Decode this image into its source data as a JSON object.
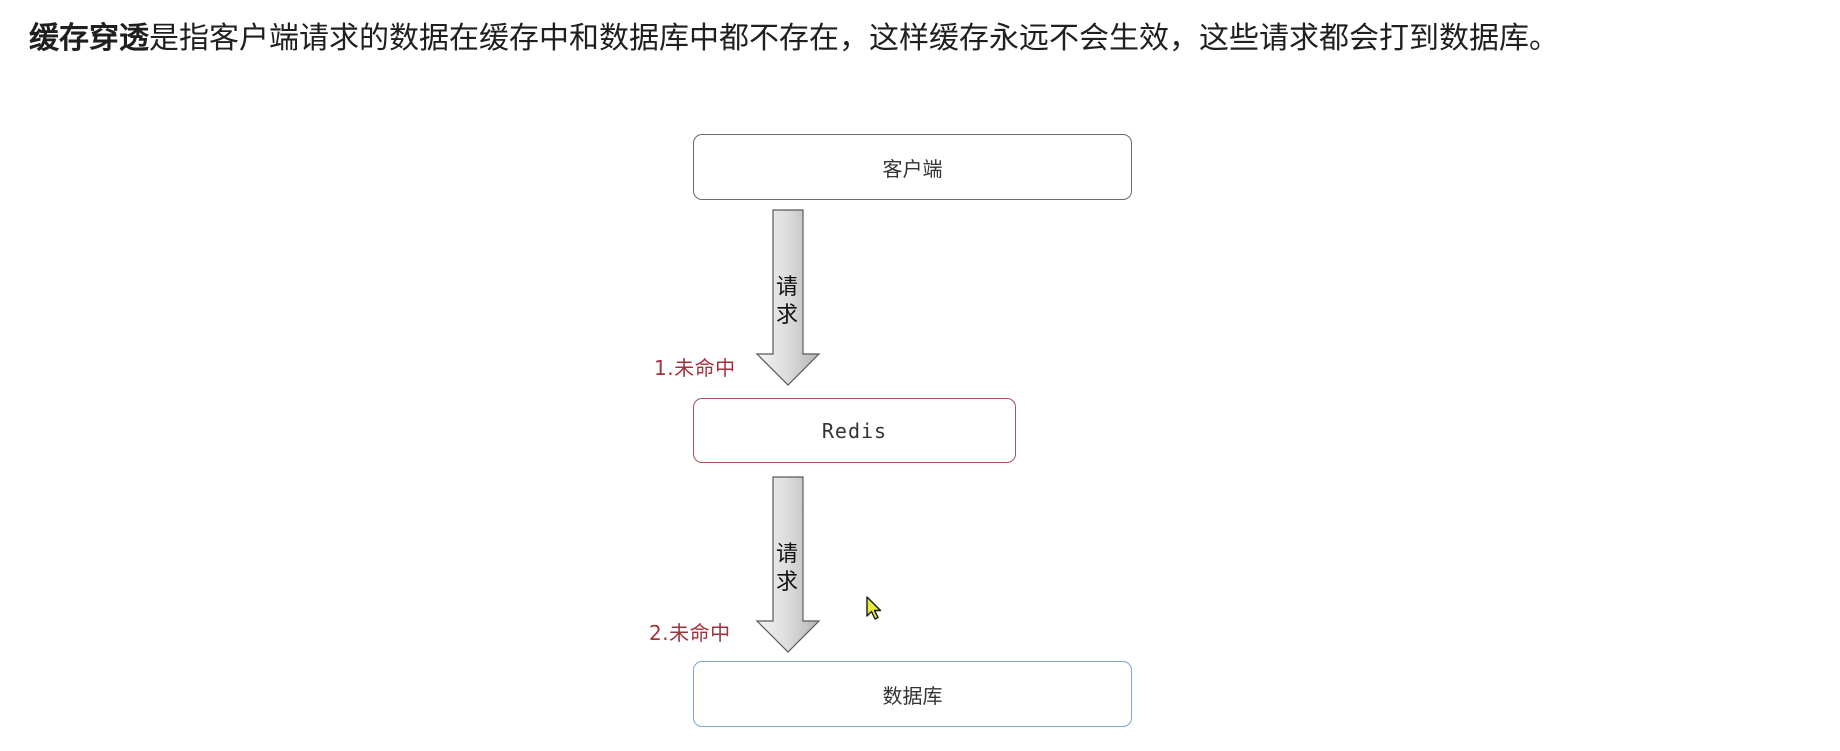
{
  "intro": {
    "term": "缓存穿透",
    "text": "是指客户端请求的数据在缓存中和数据库中都不存在，这样缓存永远不会生效，这些请求都会打到数据库。"
  },
  "diagram": {
    "nodes": {
      "client": "客户端",
      "redis": "Redis",
      "database": "数据库"
    },
    "arrows": [
      {
        "label_line1": "请",
        "label_line2": "求",
        "miss_label": "1.未命中"
      },
      {
        "label_line1": "请",
        "label_line2": "求",
        "miss_label": "2.未命中"
      }
    ],
    "colors": {
      "client_border": "#6b6b6b",
      "redis_border": "#a3545b",
      "database_border": "#7aa7d6",
      "miss_text": "#a1323d"
    }
  },
  "cursor": {
    "icon": "mouse-pointer-icon"
  }
}
